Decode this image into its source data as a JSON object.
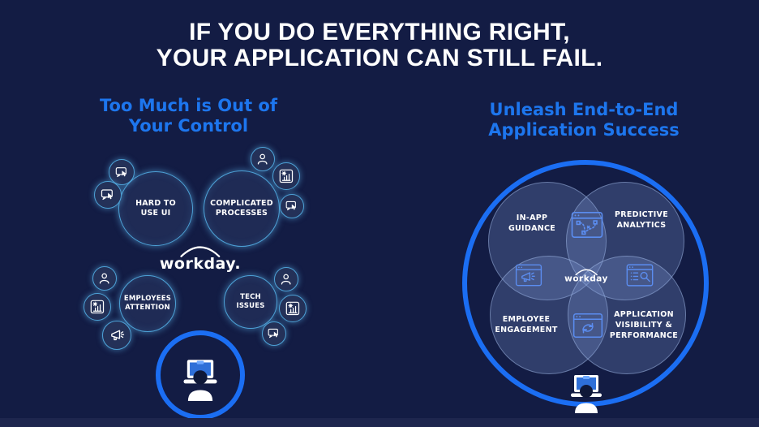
{
  "title": {
    "line1": "IF YOU DO EVERYTHING RIGHT,",
    "line2": "YOUR APPLICATION CAN STILL FAIL."
  },
  "left": {
    "heading_line1": "Too Much is Out of",
    "heading_line2": "Your Control",
    "circles": [
      {
        "label": "HARD TO USE UI"
      },
      {
        "label": "COMPLICATED PROCESSES"
      },
      {
        "label": "EMPLOYEES ATTENTION"
      },
      {
        "label": "TECH ISSUES"
      }
    ],
    "logo": "workday."
  },
  "right": {
    "heading_line1": "Unleash End-to-End",
    "heading_line2": "Application Success",
    "regions": [
      {
        "label": "IN-APP GUIDANCE"
      },
      {
        "label": "PREDICTIVE ANALYTICS"
      },
      {
        "label": "EMPLOYEE ENGAGEMENT"
      },
      {
        "label": "APPLICATION VISIBILITY & PERFORMANCE"
      }
    ],
    "logo": "workday"
  },
  "icon_names": [
    "chat-window-icon",
    "person-icon",
    "chart-gear-icon",
    "megaphone-icon",
    "laptop-user-icon",
    "journey-window-icon",
    "megaphone-window-icon",
    "search-list-window-icon",
    "sync-window-icon",
    "workday-arc-logo"
  ],
  "colors": {
    "background": "#131c44",
    "accent_blue": "#1d76ee",
    "ring_blue": "#1b6ef3",
    "circle_border": "#4da1d6",
    "venn_fill": "rgba(128,156,216,0.27)",
    "icon_blue": "#5b8df0",
    "text_white": "#ffffff"
  }
}
